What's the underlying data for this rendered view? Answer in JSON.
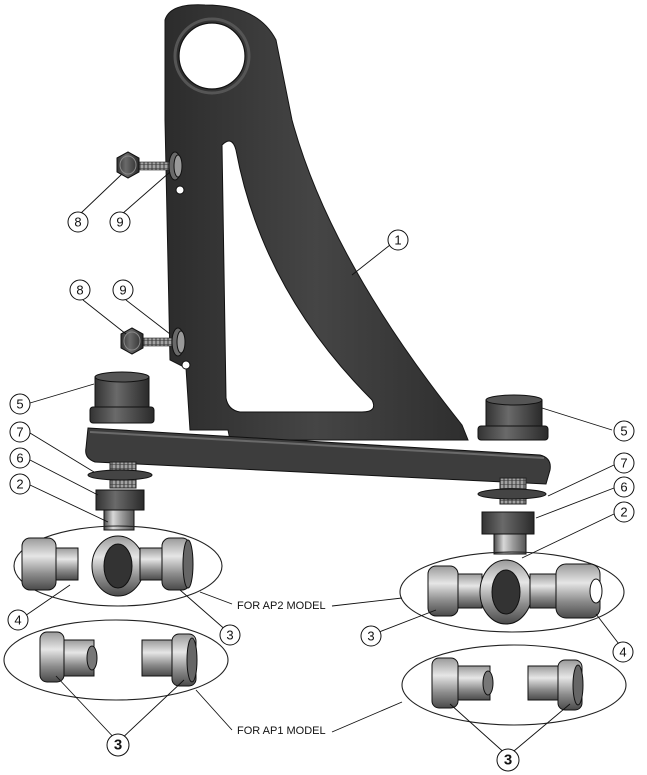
{
  "labels": {
    "ap2_model": "FOR AP2 MODEL",
    "ap1_model": "FOR AP1 MODEL"
  },
  "callouts": {
    "c1": "1",
    "c2_left": "2",
    "c2_right": "2",
    "c3_ap2_left": "3",
    "c3_ap2_right": "3",
    "c3_ap1_left": "3",
    "c3_ap1_right": "3",
    "c4_left": "4",
    "c4_right": "4",
    "c5_left": "5",
    "c5_right": "5",
    "c6_left": "6",
    "c6_right": "6",
    "c7_left": "7",
    "c7_right": "7",
    "c8_upper": "8",
    "c8_lower": "8",
    "c9_upper": "9",
    "c9_lower": "9"
  },
  "colors": {
    "bracket": "#3a3a3a",
    "metal_light": "#c8c8c8",
    "metal_dark": "#5a5a5a",
    "line": "#111111"
  }
}
